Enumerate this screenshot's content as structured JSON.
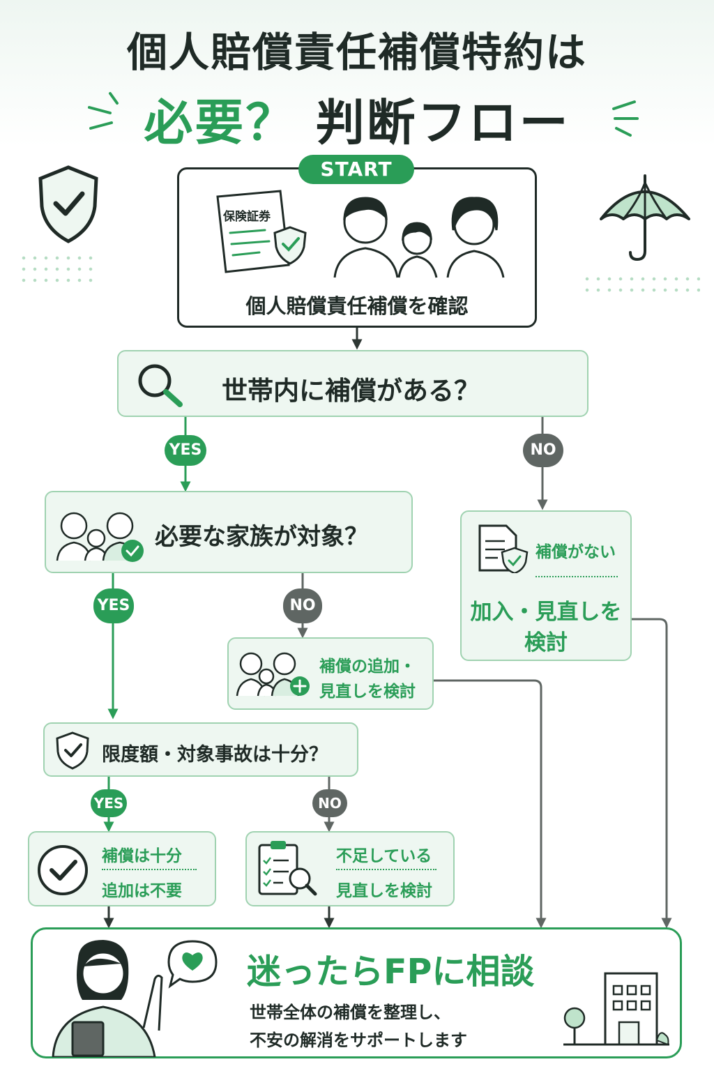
{
  "title": {
    "line1": "個人賠償責任補償特約は",
    "line2_emph": "必要？",
    "line2_rest": "判断フロー"
  },
  "start": {
    "badge": "START",
    "doc_label": "保険証券",
    "caption": "個人賠償責任補償を確認"
  },
  "q1": {
    "text": "世帯内に補償がある？"
  },
  "q2": {
    "text": "必要な家族が対象？"
  },
  "q3": {
    "text": "限度額・対象事故は十分？"
  },
  "answers": {
    "yes": "YES",
    "no": "NO"
  },
  "no_coverage": {
    "sub": "補償がない",
    "main_line1": "加入・見直しを",
    "main_line2": "検討"
  },
  "add_review": {
    "line1": "補償の追加・",
    "line2": "見直しを検討"
  },
  "sufficient": {
    "line1": "補償は十分",
    "line2": "追加は不要"
  },
  "insufficient": {
    "line1": "不足している",
    "line2": "見直しを検討"
  },
  "consult": {
    "title": "迷ったらFPに相談",
    "line1": "世帯全体の補償を整理し、",
    "line2": "不安の解消をサポートします"
  },
  "colors": {
    "accent": "#2a9d57",
    "dark": "#1f2a26",
    "gray": "#5f6663",
    "box_fill": "#eef7f1",
    "box_border": "#9fd2b0"
  },
  "icons": [
    "shield-check-icon",
    "umbrella-icon",
    "magnifier-icon",
    "family-icon",
    "document-shield-icon",
    "clipboard-search-icon",
    "check-circle-icon",
    "heart-bubble-icon",
    "building-icon",
    "tree-icon",
    "advisor-icon"
  ]
}
